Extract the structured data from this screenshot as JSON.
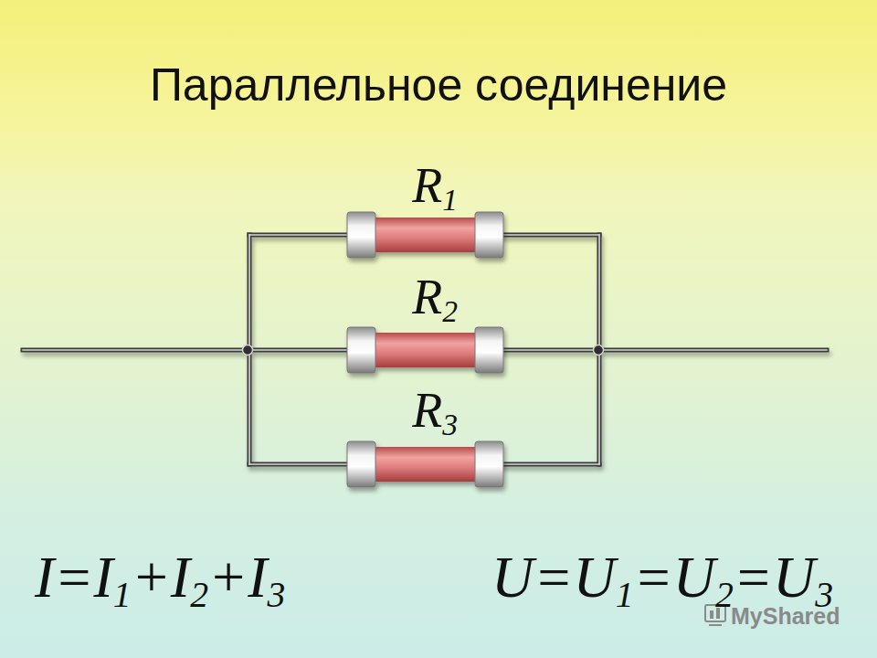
{
  "diagram": {
    "title": "Параллельное соединение",
    "labels": [
      "R1",
      "R2",
      "R3",
      "I=I1+I2+I3",
      "U=U1=U2=U3",
      "MyShared"
    ]
  }
}
